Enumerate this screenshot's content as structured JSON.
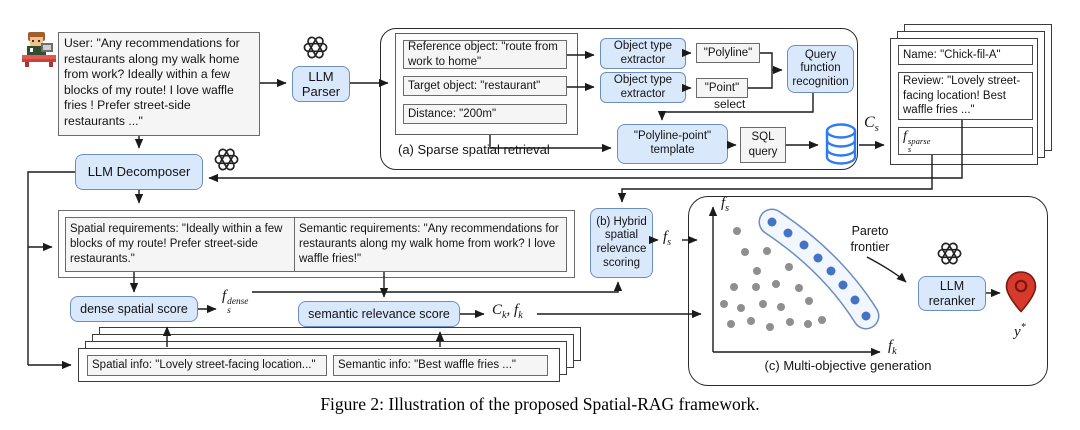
{
  "figure": {
    "caption": "Figure 2: Illustration of the proposed Spatial-RAG framework."
  },
  "colors": {
    "box_blue_fill": "#dae8fc",
    "box_blue_stroke": "#6c8ebf",
    "box_gray_fill": "#f5f5f5",
    "box_gray_stroke": "#6b6b6b",
    "db_blue": "#2f7bf5",
    "pin_red": "#d63a2c",
    "dot_gray": "#8f8f8f",
    "dot_blue": "#4472c4",
    "band_stroke": "#6c8ebf",
    "band_fill": "#f2f7ff"
  },
  "icons": {
    "user": "person-at-desk-icon",
    "llm": "openai-logo-icon",
    "database": "database-cylinder-icon",
    "pin": "location-pin-icon"
  },
  "user": {
    "text": "User: \"Any recommendations for restaurants along my walk home from work? Ideally within a few blocks of my route! I love waffle fries ! Prefer street-side restaurants ...\""
  },
  "parser": {
    "label": "LLM Parser"
  },
  "decomposer": {
    "label": "LLM Decomposer"
  },
  "panel_a": {
    "caption": "(a) Sparse spatial retrieval",
    "reference_object": "Reference object: \"route from work to home\"",
    "target_object": "Target object: \"restaurant\"",
    "distance": "Distance: \"200m\"",
    "extractor_top": "Object type extractor",
    "extractor_bottom": "Object type extractor",
    "polyline": "\"Polyline\"",
    "point": "\"Point\"",
    "select_label": "select",
    "query_function": "Query function recognition",
    "template": "\"Polyline-point\" template",
    "sql_query": "SQL query"
  },
  "candidates": {
    "name": "Name: \"Chick-fil-A\"",
    "review": "Review: \"Lovely street-facing location! Best waffle fries ...\""
  },
  "requirements": {
    "spatial": "Spatial requirements: \"Ideally within a few blocks of my route! Prefer street-side restaurants.\"",
    "semantic": "Semantic requirements: \"Any recommendations for restaurants along my walk home from work? I love waffle fries!\""
  },
  "scores": {
    "dense_spatial": "dense spatial score",
    "semantic_relevance": "semantic relevance score",
    "hybrid": "(b) Hybrid spatial relevance scoring"
  },
  "info_stack": {
    "spatial": "Spatial info: \"Lovely street-facing location...\"",
    "semantic": "Semantic info: \"Best waffle fries ...\""
  },
  "panel_c": {
    "caption": "(c) Multi-objective generation",
    "pareto_label": "Pareto frontier",
    "reranker": "LLM reranker"
  },
  "math": {
    "cs": {
      "base": "C",
      "sub": "s"
    },
    "fs_sparse": {
      "base": "f",
      "sub": "s",
      "sup": "sparse"
    },
    "fs_dense": {
      "base": "f",
      "sub": "s",
      "sup": "dense"
    },
    "fs_mid": {
      "base": "f",
      "sub": "s"
    },
    "ck_fk": {
      "c_base": "C",
      "c_sub": "k",
      "comma": ", ",
      "f_base": "f",
      "f_sub": "k"
    },
    "fs_axis": {
      "base": "f",
      "sub": "s"
    },
    "fk_axis": {
      "base": "f",
      "sub": "k"
    },
    "y_star": {
      "base": "y",
      "sup": "*"
    }
  },
  "pareto_plot": {
    "type": "scatter",
    "xlabel": "f_k (semantic relevance score)",
    "ylabel": "f_s (spatial relevance score)",
    "description": "Candidate points; Pareto-optimal points highlighted inside curved band",
    "gray_dots": [
      [
        737,
        231
      ],
      [
        745,
        252
      ],
      [
        767,
        251
      ],
      [
        757,
        271
      ],
      [
        789,
        267
      ],
      [
        734,
        287
      ],
      [
        756,
        287
      ],
      [
        776,
        284
      ],
      [
        724,
        304
      ],
      [
        741,
        308
      ],
      [
        763,
        304
      ],
      [
        781,
        307
      ],
      [
        799,
        288
      ],
      [
        809,
        301
      ],
      [
        731,
        324
      ],
      [
        751,
        321
      ],
      [
        770,
        327
      ],
      [
        790,
        322
      ],
      [
        808,
        324
      ],
      [
        822,
        320
      ]
    ],
    "blue_dots": [
      [
        772,
        222
      ],
      [
        788,
        233
      ],
      [
        804,
        245
      ],
      [
        818,
        258
      ],
      [
        831,
        271
      ],
      [
        843,
        285
      ],
      [
        855,
        300
      ],
      [
        866,
        316
      ]
    ]
  }
}
